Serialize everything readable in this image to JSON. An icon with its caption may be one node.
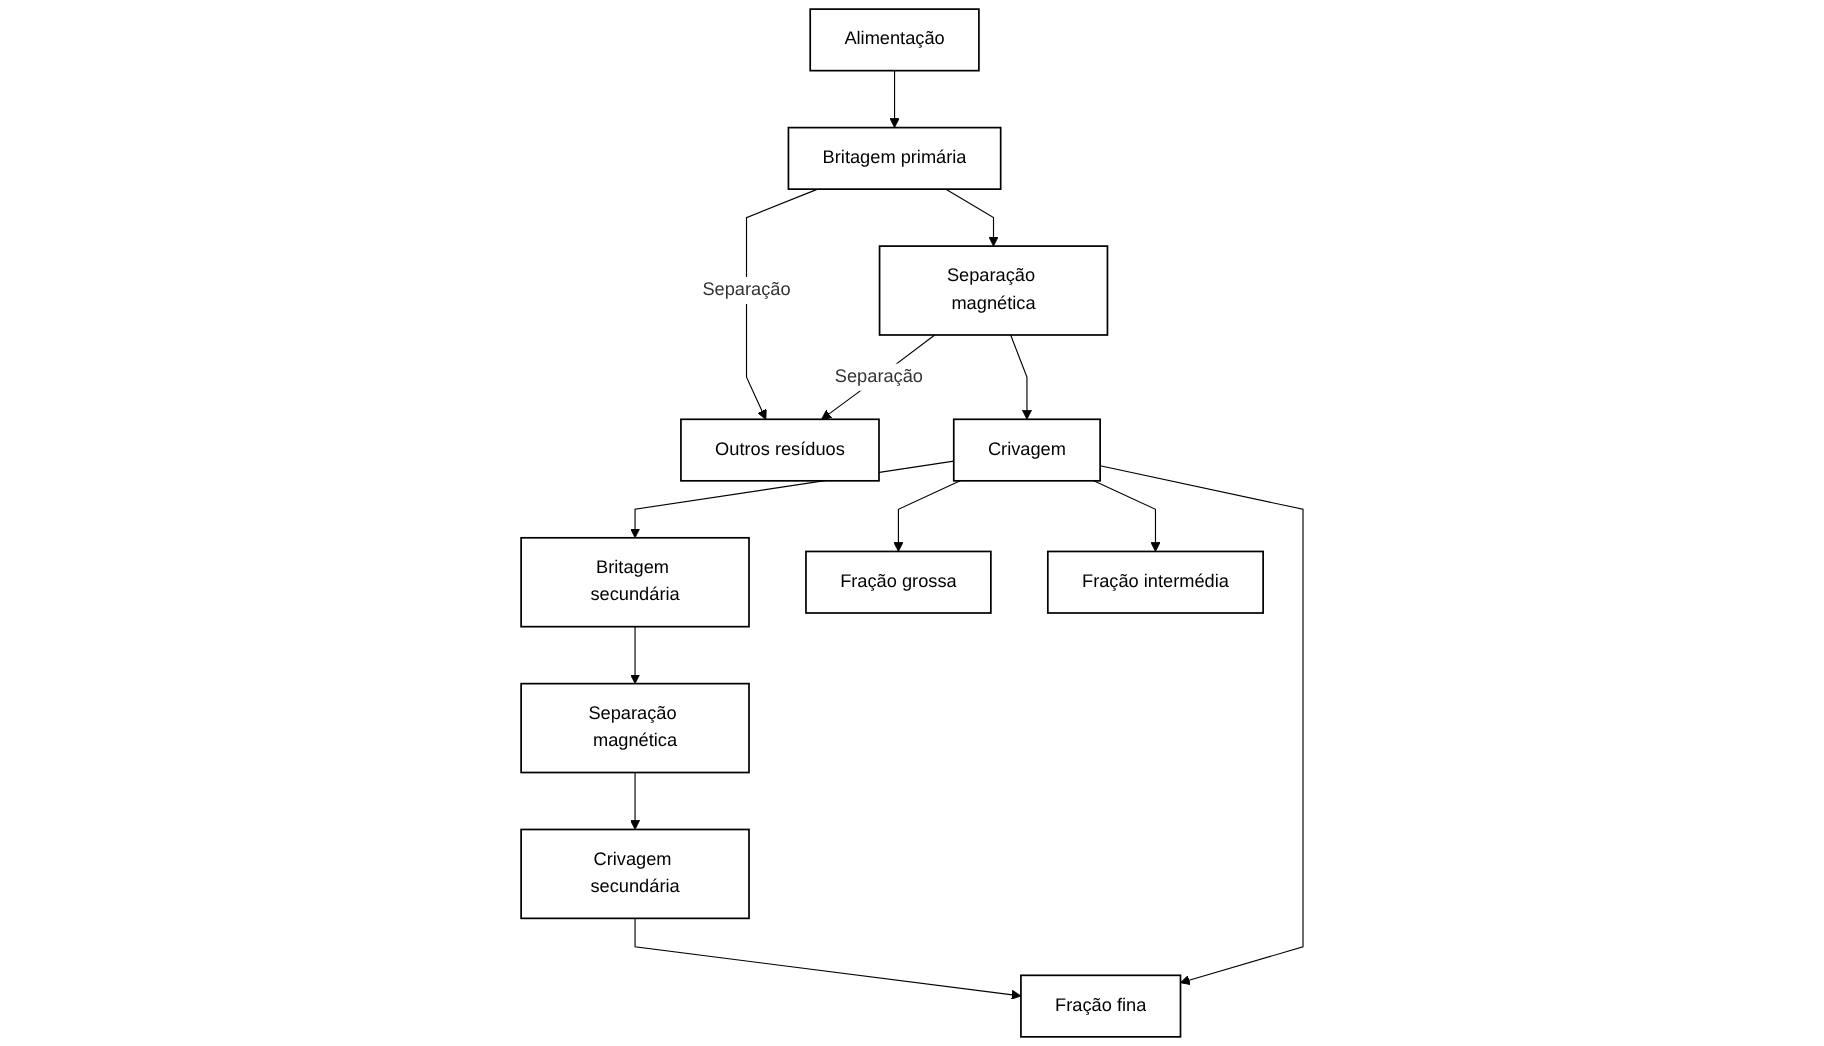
{
  "diagram": {
    "nodes": [
      {
        "text": [
          "Alimentação"
        ]
      },
      {
        "text": [
          "Outros resíduos"
        ]
      },
      {
        "text": [
          "Britagem secundária"
        ]
      },
      {
        "text": [
          "Britagem primária"
        ]
      },
      {
        "text": [
          "Separação magnética"
        ]
      },
      {
        "text": [
          "Separação magnética"
        ]
      },
      {
        "text": [
          "Crivagem"
        ]
      },
      {
        "text": [
          "Crivagem secundária"
        ]
      },
      {
        "text": [
          "Fração grossa"
        ]
      },
      {
        "text": [
          "Fração intermédia"
        ]
      },
      {
        "text": [
          "Fração fina"
        ]
      }
    ],
    "edges": [
      {
        "from": 0,
        "to": 3,
        "arrow": "to"
      },
      {
        "from": 3,
        "to": 1,
        "arrow": "to",
        "label": "Separação"
      },
      {
        "from": 3,
        "to": 4,
        "arrow": "to"
      },
      {
        "from": 4,
        "to": 1,
        "arrow": "to",
        "label": "Separação"
      },
      {
        "from": 4,
        "to": 6,
        "arrow": "to"
      },
      {
        "from": 6,
        "to": 2,
        "arrow": "to"
      },
      {
        "from": 2,
        "to": 5,
        "arrow": "to"
      },
      {
        "from": 5,
        "to": 7,
        "arrow": "to"
      },
      {
        "from": 7,
        "to": 10,
        "arrow": "to"
      },
      {
        "from": 6,
        "to": 8,
        "arrow": "to"
      },
      {
        "from": 6,
        "to": 9,
        "arrow": "to"
      },
      {
        "from": 6,
        "to": 10,
        "arrow": "to"
      }
    ]
  }
}
